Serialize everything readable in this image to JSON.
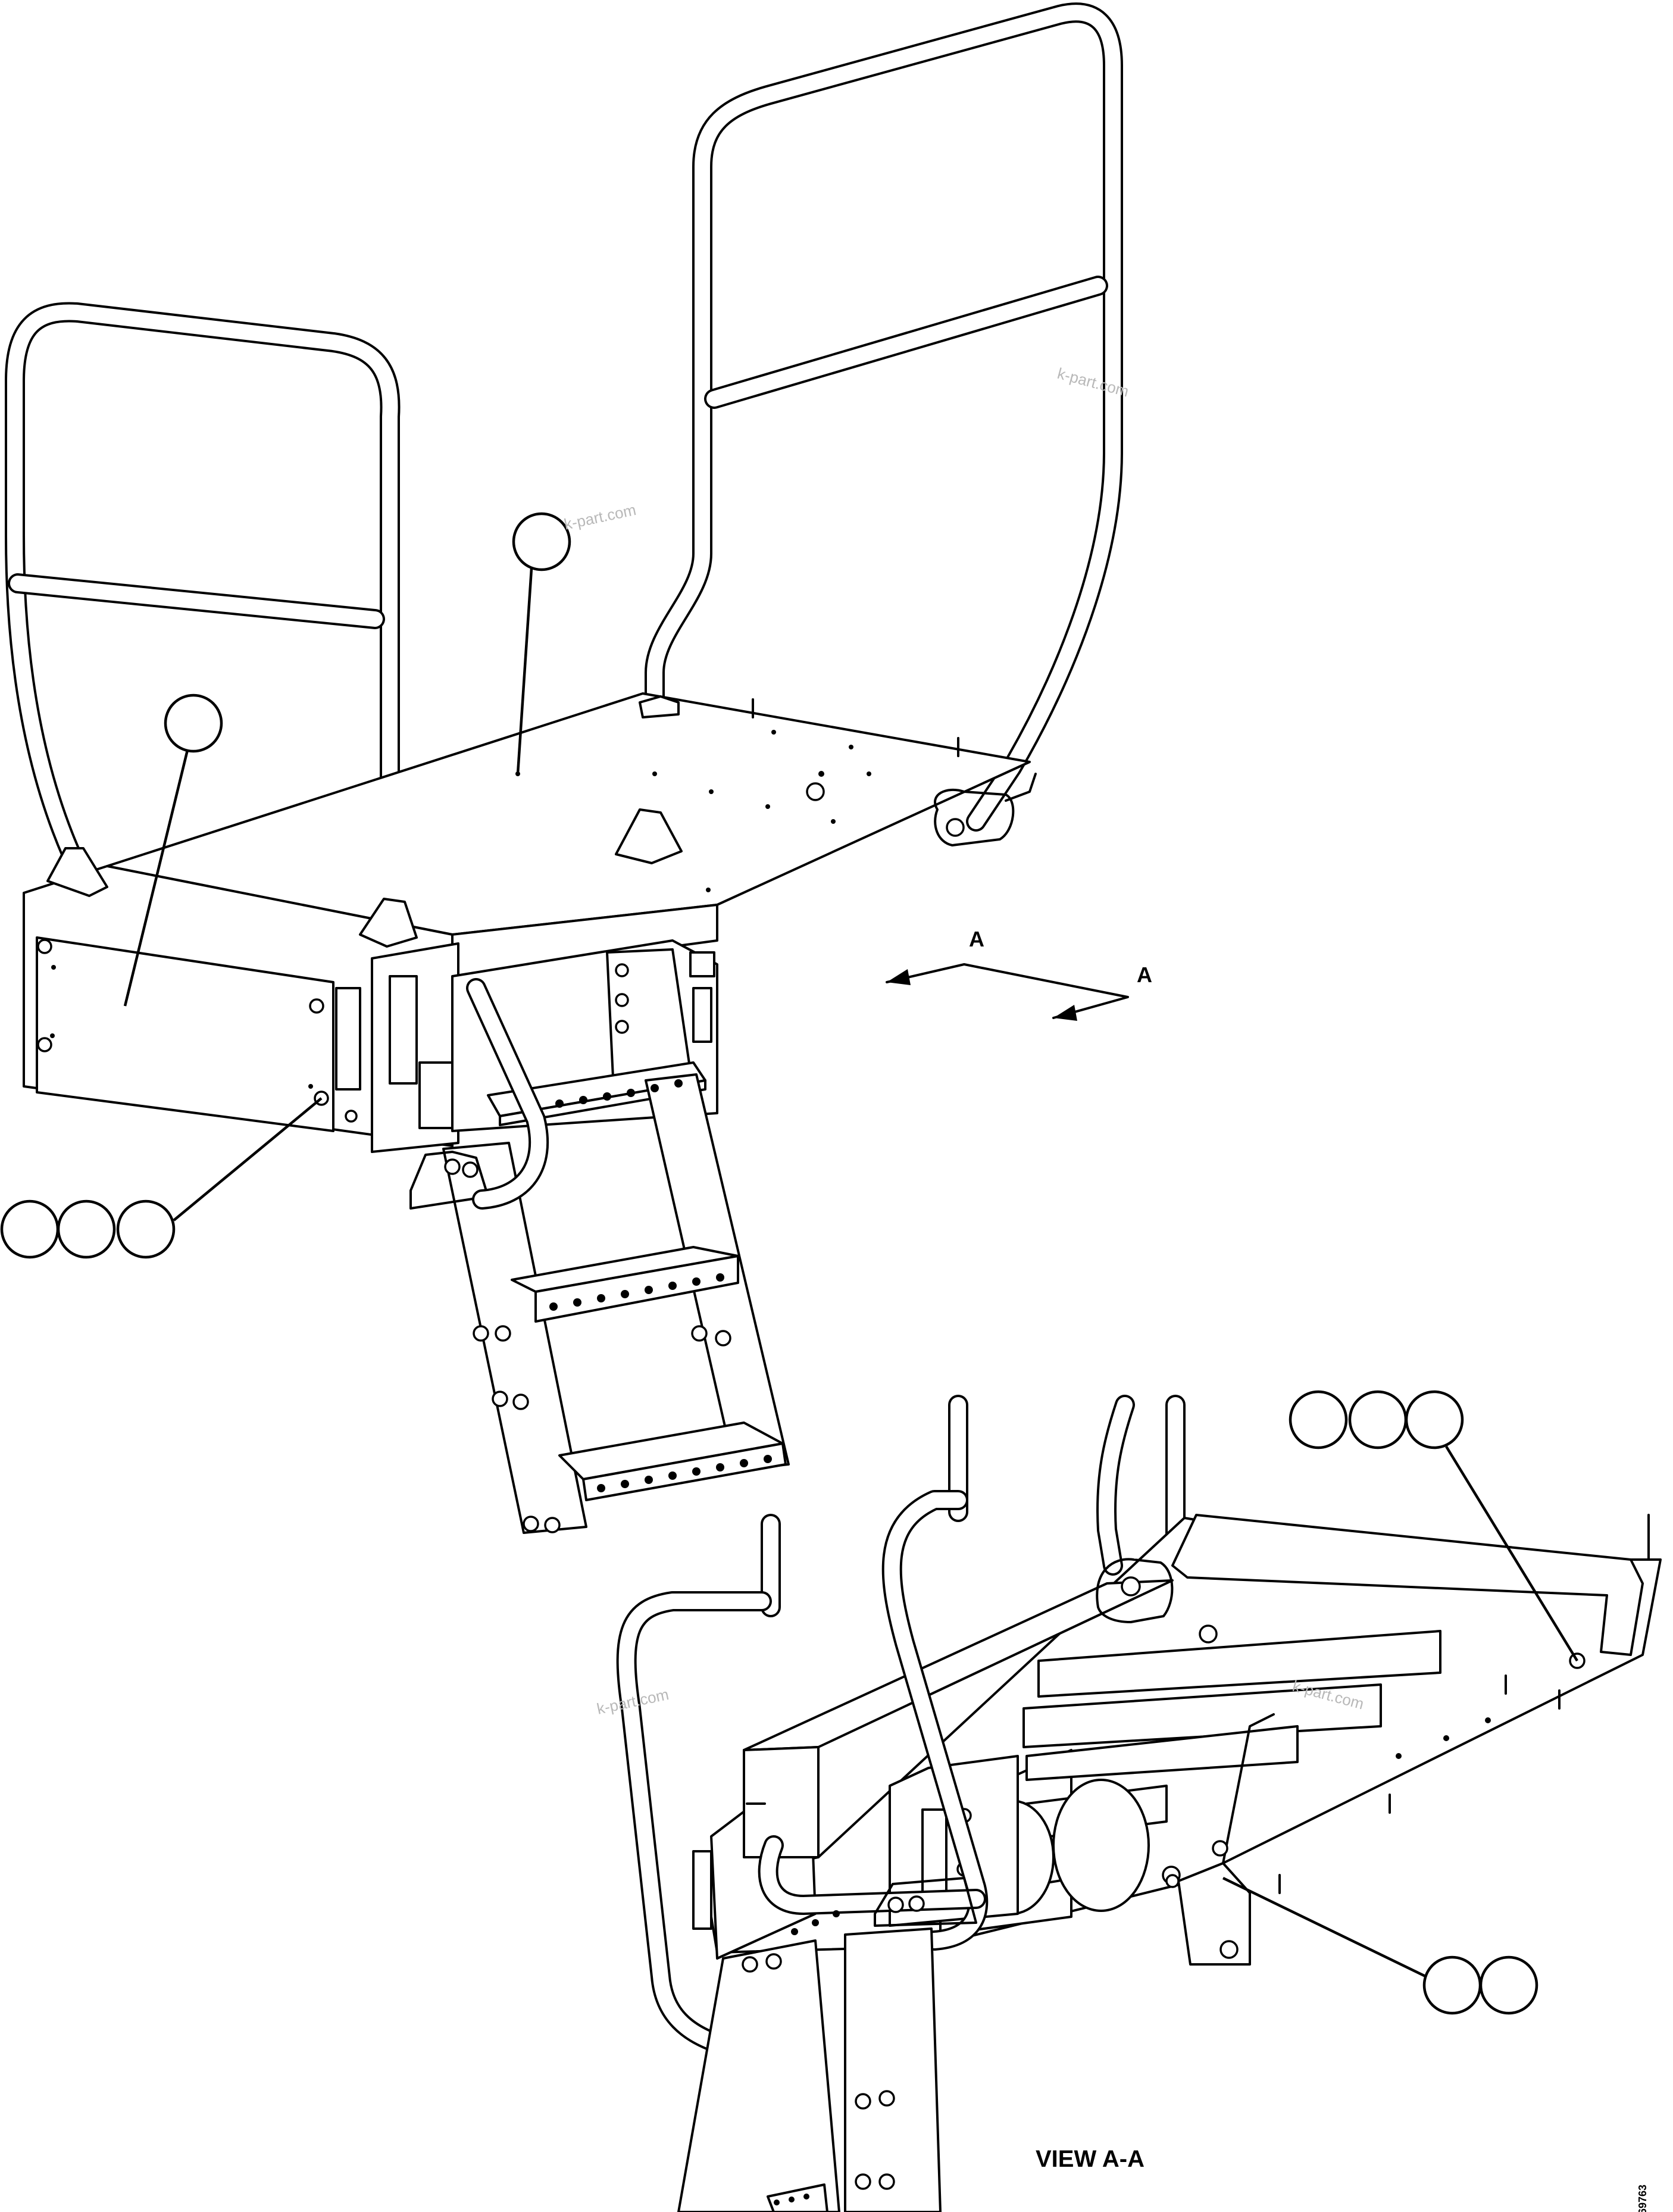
{
  "view_marker_letter_1": "A",
  "view_marker_letter_2": "A",
  "view_caption": "VIEW A-A",
  "drawing_number": "69763",
  "watermarks": [
    "k-part.com",
    "k-part.com",
    "k-part.com",
    "k-part.com"
  ]
}
